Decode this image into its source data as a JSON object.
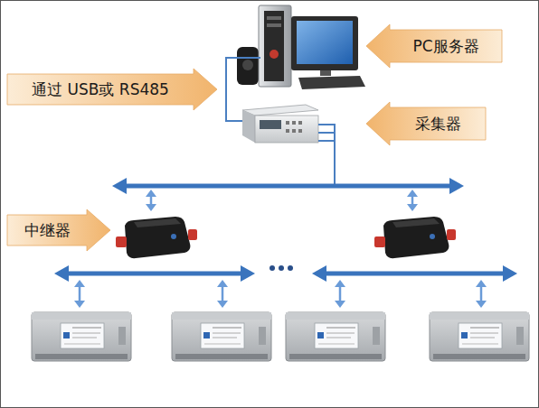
{
  "diagram": {
    "nodes": [
      {
        "text": [
          "通过 USB或 RS485"
        ]
      },
      {
        "text": [
          "PC服务器"
        ]
      },
      {
        "text": [
          "采集器"
        ]
      },
      {
        "text": [
          "中继器"
        ]
      }
    ]
  }
}
